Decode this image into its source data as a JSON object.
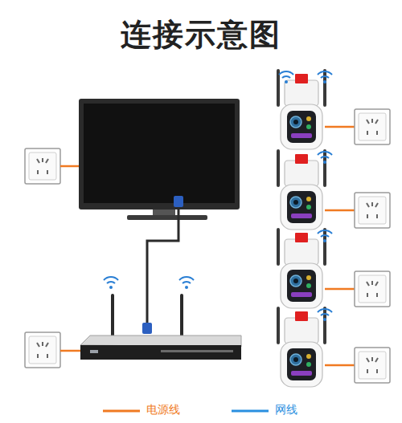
{
  "diagram": {
    "title": "连接示意图",
    "legend": [
      {
        "text": "电源线"
      },
      {
        "text": "网线"
      }
    ]
  }
}
